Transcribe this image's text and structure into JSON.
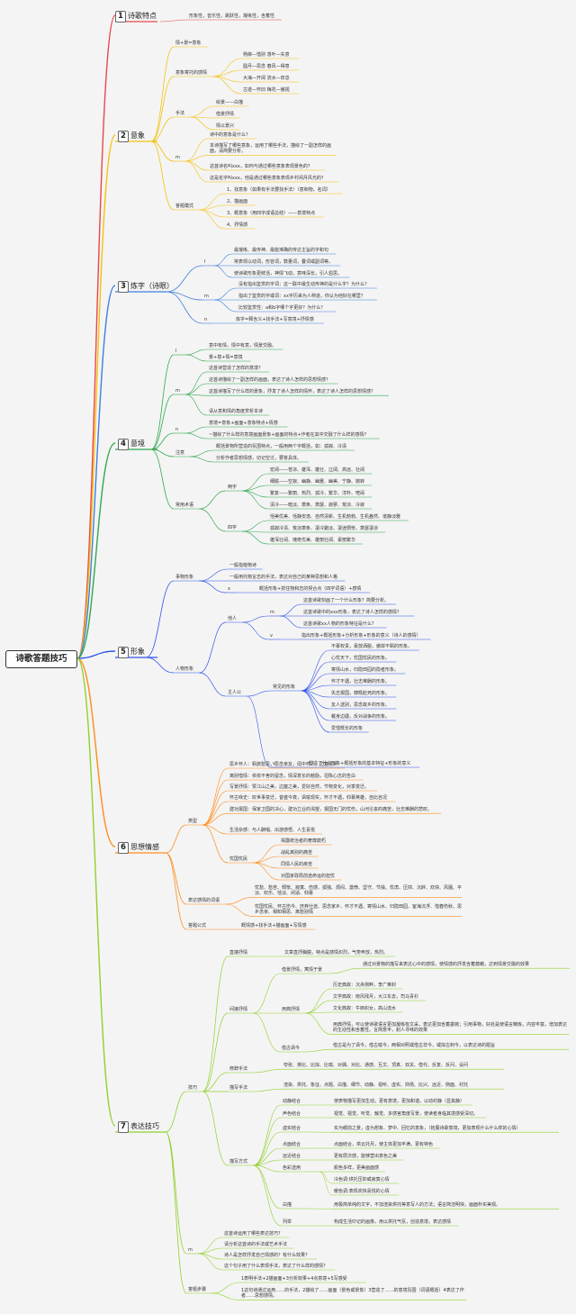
{
  "root": "诗歌答题技巧",
  "colors": {
    "s1": "#e8474a",
    "s2": "#f4c20d",
    "s3": "#3f7fe0",
    "s4": "#2fa84f",
    "s5": "#2f54eb",
    "s6": "#ff8c1a",
    "s7": "#8fd12c"
  },
  "sections": [
    {
      "num": "1",
      "title": "诗歌特点",
      "items": [
        "形象性，音乐性，跳跃性，凝练性，含蓄性"
      ]
    },
    {
      "num": "2",
      "title": "意象",
      "intro": "情+景=意象",
      "carriers": {
        "label": "意象寄托的感情",
        "items": [
          "杨柳—惜别 落叶—失意",
          "圆月—思念 春风—得意",
          "大海—开阔 流水—叹息",
          "古迹—怀旧 梅花—傲视"
        ]
      },
      "methods": {
        "label": "手法",
        "items": [
          "绘景——白描",
          "借景抒情",
          "情以景兴"
        ]
      },
      "m": {
        "label": "m",
        "items": [
          "诗中的意象是什么？",
          "本诗描写了哪些意象，运用了哪些手法，描绘了一副怎样的画面，请简要分析。",
          "这首诗名叫xxx，如何与通过哪些意象表现景色的？",
          "这是名字叫xxx，他是通过哪些意象表现乡村闲月风光的？"
        ]
      },
      "model": {
        "label": "答题模式",
        "items": [
          "1、找意象（如果有手法要找手法）（意和物，名词）",
          "2、描画面",
          "3、概意象（用四字成语总结）——意境特点",
          "4、抒情感"
        ]
      }
    },
    {
      "num": "3",
      "title": "炼字（诗眼）",
      "l": {
        "label": "l",
        "items": [
          "最凝练、最传神、最能准确的传达主旨的字和句",
          "常表现以动词，形容词，数量词，叠词或副词等。",
          "使诗歌形象更鲜活，神情飞动，意味深长，引人遐思。"
        ]
      },
      "m": {
        "label": "m",
        "items": [
          "没有指出鉴赏的字词：这一联中最生动传神的是什么字？为什么？",
          "指出了鉴赏的字或词：xx字历来为人称道，你认为他好在哪里？",
          "比较鉴赏性：a和b字哪个字更好？为什么？"
        ]
      },
      "n": {
        "label": "n",
        "items": [
          "炼字=释含义+找手法+写意境+抒情感"
        ]
      }
    },
    {
      "num": "4",
      "title": "意境",
      "l": {
        "label": "l",
        "items": [
          "意中有情，情中有意，情景交融。",
          "景+境+情=意境"
        ]
      },
      "m": {
        "label": "m",
        "items": [
          "这首诗营造了怎样的意境？",
          "这首诗描绘了一副怎样的画面，表达了诗人怎样的思想情感？",
          "这首诗描写了什么样的景象，抒发了诗人怎样的情怀，表达了诗人怎样的思想情感？",
          "请从意和情的角度赏析本诗"
        ]
      },
      "n": {
        "label": "n",
        "items": [
          "意境=意象+画面+意象特点+情感",
          "~描绘了什么样的意境画面景象+画面的特点+作者在其中交融了什么样的感情？"
        ]
      },
      "note": {
        "label": "注意",
        "items": [
          "概括景物所营造的氛围特点，一般用两个字概括，如：孤寂、冷清",
          "分析作者思想情感，切记空泛，要答具体。"
        ]
      },
      "terms": {
        "label": "常用术语",
        "two": {
          "label": "两字",
          "items": [
            "宏阔——苍凉、雄浑、雄壮、辽阔、高远、壮阔",
            "细腻——空寂、幽静、幽雅、幽美、宁静、婉转",
            "繁复——繁丽、热烈、孤冷、繁华、淳朴、喧闹",
            "清冷——暗淡、萧条、萧瑟、寂寥、荒凉、冷寂"
          ]
        },
        "four": {
          "label": "四字",
          "items": [
            "恬美优美、恬静安逸、自然清新、生机勃勃、生机盎然、谱静淡雅",
            "孤寂冷清、荒凉萧条、凄冷黯淡、凄迷惆怅、萧瑟凄凉",
            "雄浑壮阔、瑰奇优美、雄丽壮阔、豪丽繁华"
          ]
        }
      }
    },
    {
      "num": "5",
      "title": "形象",
      "thing": {
        "label": "事物形象",
        "items": [
          "一般指植物诗",
          "一般用托物言志的手法，表达对自己的某种思想和人格"
        ],
        "x": {
          "label": "x",
          "items": [
            "概括形象+抓住物和志的契合点（四字词语）+感情"
          ]
        }
      },
      "person": {
        "label": "人物形象",
        "others": {
          "label": "他人",
          "m": {
            "label": "m",
            "items": [
              "这首诗歌刻画了一个什么形象？简要分析。",
              "这首诗歌中的xxx形象，表达了诗人怎样的感情？",
              "这首诗歌xx人物的形象特征是什么？"
            ]
          },
          "v": {
            "label": "v",
            "items": [
              "指出形象+概括形象+分析形象+形象的意义（诗人的感情）"
            ]
          }
        },
        "poet": {
          "label": "主人公",
          "common": {
            "label": "常见的形象",
            "items": [
              "不慕权贵，豪放洒脱，傲岸不羁的形象。",
              "心忧天下，忧国忧民的形象。",
              "寄情山水，归隐田园的隐者形象。",
              "怀才不遇，壮志难酬的形象。",
              "失志报国，慷慨赴死的形象。",
              "友人送别，思念故乡的形象。",
              "戴身边疆，反对战争的形象。",
              "爱惜慨长的形象"
            ]
          },
          "v": {
            "label": "v",
            "items": [
              "塑造了什么形象+概括形象的基本特征+形象的意义"
            ]
          }
        }
      }
    },
    {
      "num": "6",
      "title": "思想情感",
      "types": {
        "label": "类型",
        "items": [
          "思乡怀人：羁旅愁思，思念亲友，闺中怀人，边塞思乡",
          "离别惜情：依依不舍的留念，情深意长的勉励，坦陈心志的告白",
          "写景抒情：赞江山之美，边塞之美，爱好自然，节物变化，对季变迁。",
          "怀古咏史：叹世事变迁，昔盛今衰，讽喻现实，怀才不遇，仰慕英雄，自比自况",
          "建功报国：保家卫国的决心，建功立业的渴望，报国无门的忧伤，山河沦丧的痛苦，壮志难酬的悲叹。",
          "生活杂感：与人酬唱、出游感悟、人生喜悦"
        ],
        "worry": {
          "label": "忧国忧民",
          "items": [
            "揭露统治者的奢靡腐朽",
            "战乱离别的痛苦",
            "同情人民的疾苦",
            "对国家政局前途命运的担忧"
          ]
        }
      },
      "words": {
        "label": "表达感情的词语",
        "items": [
          "忧愁、愁苦、惆怅、寂寞、伤感、孤独、烦闷、激愤、坚守、节操、忧虑、压抑、沉醉、欢快、风骚、平淡、欢乐、恬淡、闲适、仰慕",
          "忧国忧民、怀古伤今、厌弃仕途、思念家乡、怀才不遇、寄情山水、归隐田园、宦海沉浮、惜春伤秋、思乡念亲、相知相思、离愁别情"
        ]
      },
      "formula": {
        "label": "答题公式",
        "items": [
          "概情感+找手法+描画面+写情感"
        ]
      }
    },
    {
      "num": "7",
      "title": "表达技巧",
      "skills": {
        "label": "技巧",
        "direct": {
          "label": "直接抒情",
          "items": [
            "文章直抒胸臆，特点是感情炽烈，气势奔放，热烈。"
          ]
        },
        "indirect": {
          "label": "间接抒情",
          "scene": {
            "label": "借景抒情，寓情于景",
            "items": [
              "通过对景物的描写来表达心中的感情，使情感的抒发含蓄蕴藉，达到情景交融的效果"
            ]
          },
          "allusion": {
            "label": "用典抒情",
            "items": [
              "历史典故：沉舟侧畔，李广难封",
              "文学典故：晓风残月，大江东去，司马青衫",
              "文化典故：牛郎织女，高山流水",
              "用典抒情，可以使诗歌语言更加凝练有文采，表达更加含蓄委婉；引用事物，好处是使语言精炼，内容丰富，增加表达的生动性和含蓄性。言简意丰，耐人寻味的效果"
            ]
          },
          "object": {
            "label": "借古讽今",
            "items": [
              "借古是为了讽今，借古喻今，两相对照或借古非今，或拟古刺今，以表达诗的题旨"
            ]
          }
        },
        "rhetoric": {
          "label": "修辞手法",
          "items": [
            "夸张、排比、比拟、比喻、对偶、对比、通感、互文、顶真、双关、借代、反复、反问、设问"
          ]
        },
        "desc": {
          "label": "描写手法",
          "items": [
            "渲染、烘托、象征、点题、白描、细节、动静、视听、虚实、抑扬、比兴、远近、侧面、衬托"
          ]
        },
        "ways": {
          "label": "描写方式",
          "items": [
            {
              "k": "动静结合",
              "v": "使表物描写更加生动，更有意境，更加和谐，以动衬静（显其静）"
            },
            {
              "k": "声色结合",
              "v": "视觉、视觉、听觉、触觉、多感官角度写景，使读者身临其境感受深切。"
            },
            {
              "k": "虚实结合",
              "v": "实为眼前之景，虚为想象、梦中、回忆的意象，（拓展诗歌意境，更加表现什么什么样的心情）"
            },
            {
              "k": "点面结合",
              "v": "点面结合，烘云托月，使主体更加丰满，更有特色"
            },
            {
              "k": "远近结合",
              "v": "更有层次感，能够营出意色之美"
            },
            {
              "k": "色彩选用",
              "v": "颜色多样，更美画面感"
            },
            {
              "k": "",
              "v": "冷色调:烘托压抑或寂寞心情"
            },
            {
              "k": "",
              "v": "暖色调:表现欢快喜悦的心情"
            },
            {
              "k": "白描",
              "v": "用极简单纯的文字，不加渲染烘托等意写人的方法；语言简洁明快，画面朴实美观。"
            },
            {
              "k": "列举",
              "v": "构成生活印记的画像，用以烘托气氛，创造意境，表达感情"
            }
          ]
        }
      },
      "m": {
        "label": "m",
        "items": [
          "这首诗运用了哪些表达技巧？",
          "请分析这首诗的手法或艺术手法",
          "诗人是怎样抒发自己情感的？有什么效果？",
          "这个句子用了什么表现手法，表达了什么样的感情？"
        ]
      },
      "steps": {
        "label": "答题步骤",
        "items": [
          "1表明手法+2描画面+3分析效果+4点意境+5写感受",
          "1这句诗通过运用……的手法，2描绘了……画面（景色或景象）3营造了……的意境氛围（词语概括）4表达了作者……思想感情。"
        ]
      }
    }
  ]
}
